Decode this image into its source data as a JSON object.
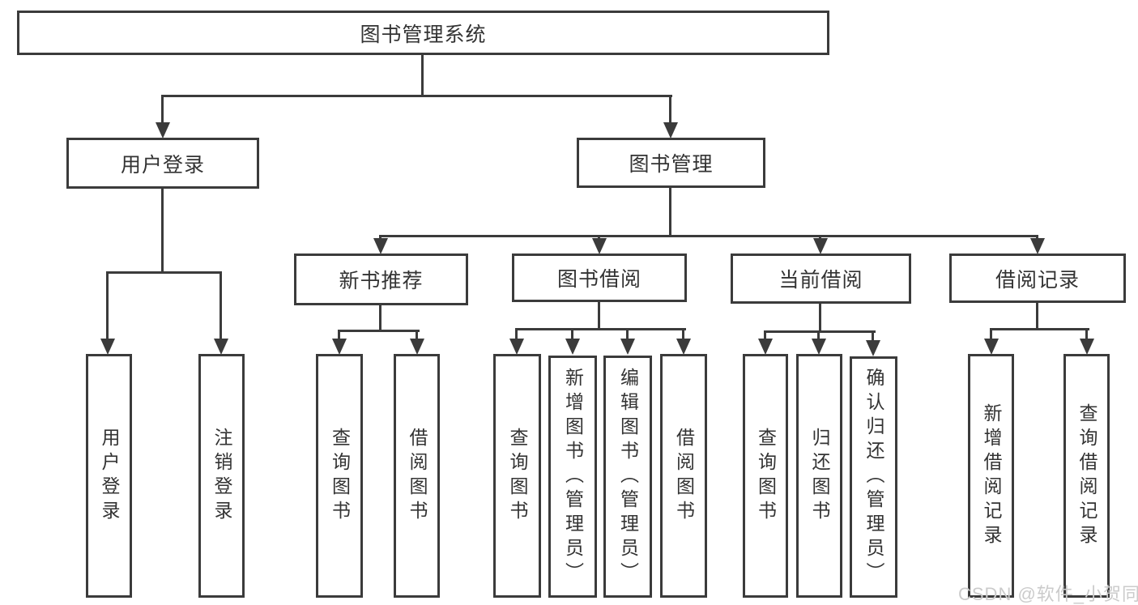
{
  "colors": {
    "line": "#3b3b3b",
    "text": "#333333",
    "watermark": "#cbcbcb",
    "background": "#ffffff"
  },
  "watermark": "CSDN @软件_小贺同学",
  "nodes": {
    "root": {
      "label": "图书管理系统"
    },
    "user_login": {
      "label": "用户登录"
    },
    "book_mgmt": {
      "label": "图书管理"
    },
    "new_book_rec": {
      "label": "新书推荐"
    },
    "book_borrow": {
      "label": "图书借阅"
    },
    "current_borrow": {
      "label": "当前借阅"
    },
    "borrow_records": {
      "label": "借阅记录"
    },
    "leaf_user_login": {
      "label": "用户登录"
    },
    "leaf_logout": {
      "label": "注销登录"
    },
    "leaf_rec_query_book": {
      "label": "查询图书"
    },
    "leaf_rec_borrow_book": {
      "label": "借阅图书"
    },
    "leaf_bb_query_book": {
      "label": "查询图书"
    },
    "leaf_bb_add_book": {
      "label": "新增图书（管理员）"
    },
    "leaf_bb_edit_book": {
      "label": "编辑图书（管理员）"
    },
    "leaf_bb_borrow_book": {
      "label": "借阅图书"
    },
    "leaf_cb_query_book": {
      "label": "查询图书"
    },
    "leaf_cb_return_book": {
      "label": "归还图书"
    },
    "leaf_cb_confirm_return": {
      "label": "确认归还（管理员）"
    },
    "leaf_br_add_record": {
      "label": "新增借阅记录"
    },
    "leaf_br_query_record": {
      "label": "查询借阅记录"
    }
  }
}
